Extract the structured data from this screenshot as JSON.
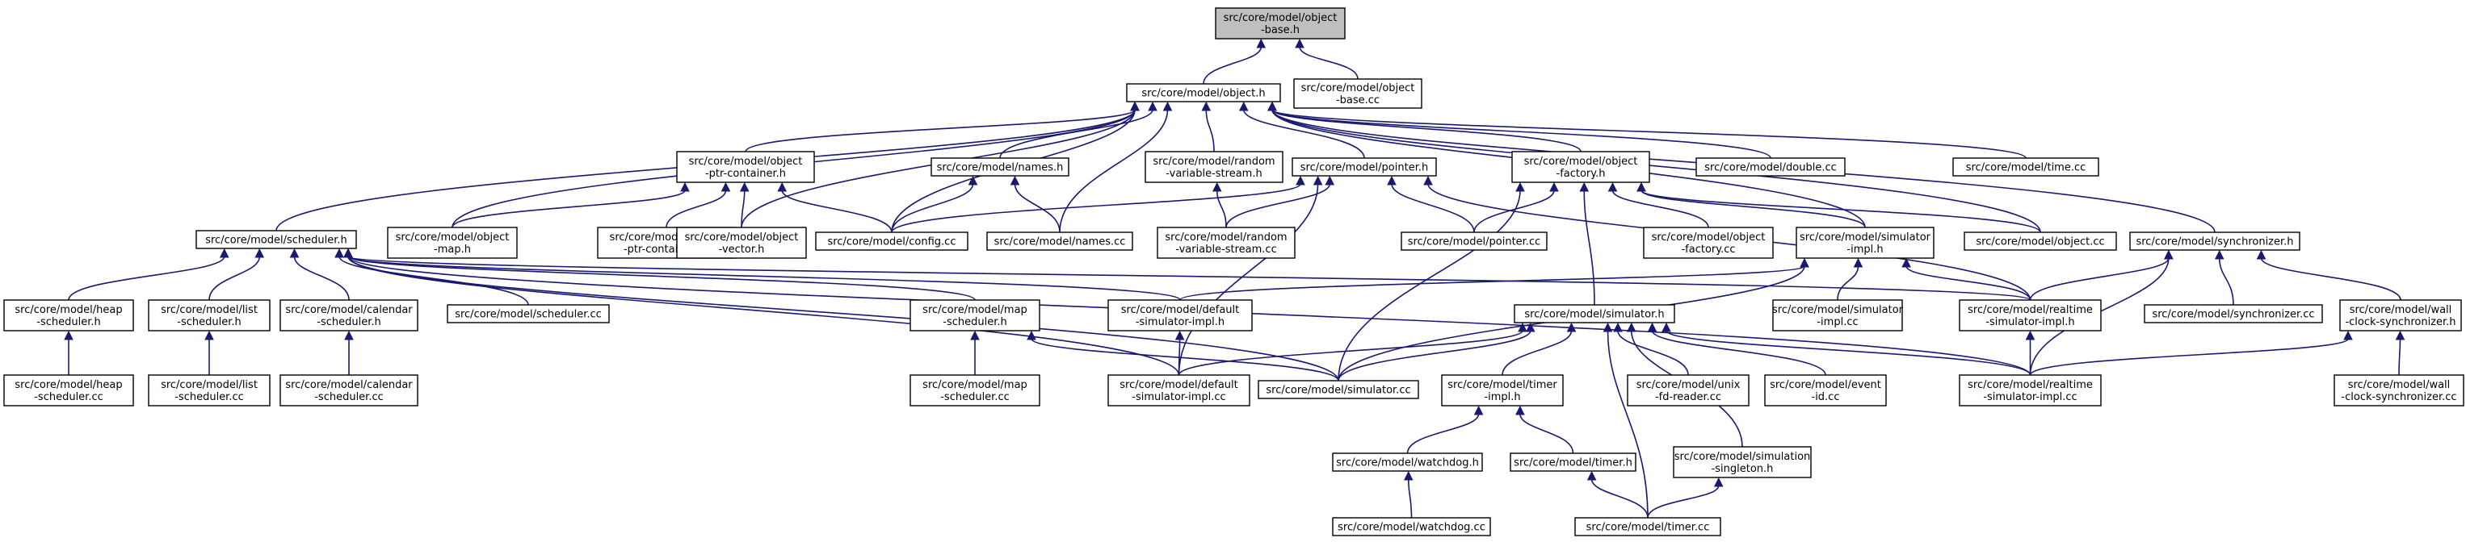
{
  "graph": {
    "nodes": [
      {
        "id": "object_base_h",
        "lines": [
          "src/core/model/object",
          "-base.h"
        ],
        "highlight": true
      },
      {
        "id": "object_h",
        "lines": [
          "src/core/model/object.h"
        ]
      },
      {
        "id": "object_base_cc",
        "lines": [
          "src/core/model/object",
          "-base.cc"
        ]
      },
      {
        "id": "scheduler_h",
        "lines": [
          "src/core/model/scheduler.h"
        ]
      },
      {
        "id": "ptr_container_h",
        "lines": [
          "src/core/model/object",
          "-ptr-container.h"
        ]
      },
      {
        "id": "names_h",
        "lines": [
          "src/core/model/names.h"
        ]
      },
      {
        "id": "random_h",
        "lines": [
          "src/core/model/random",
          "-variable-stream.h"
        ]
      },
      {
        "id": "pointer_h",
        "lines": [
          "src/core/model/pointer.h"
        ]
      },
      {
        "id": "factory_h",
        "lines": [
          "src/core/model/object",
          "-factory.h"
        ]
      },
      {
        "id": "double_cc",
        "lines": [
          "src/core/model/double.cc"
        ]
      },
      {
        "id": "time_cc",
        "lines": [
          "src/core/model/time.cc"
        ]
      },
      {
        "id": "object_map_h",
        "lines": [
          "src/core/model/object",
          "-map.h"
        ]
      },
      {
        "id": "ptr_container_cc",
        "lines": [
          "src/core/model/object",
          "-ptr-container.cc"
        ]
      },
      {
        "id": "object_vector_h",
        "lines": [
          "src/core/model/object",
          "-vector.h"
        ]
      },
      {
        "id": "config_cc",
        "lines": [
          "src/core/model/config.cc"
        ]
      },
      {
        "id": "names_cc",
        "lines": [
          "src/core/model/names.cc"
        ]
      },
      {
        "id": "random_cc",
        "lines": [
          "src/core/model/random",
          "-variable-stream.cc"
        ]
      },
      {
        "id": "pointer_cc",
        "lines": [
          "src/core/model/pointer.cc"
        ]
      },
      {
        "id": "factory_cc",
        "lines": [
          "src/core/model/object",
          "-factory.cc"
        ]
      },
      {
        "id": "sim_impl_h",
        "lines": [
          "src/core/model/simulator",
          "-impl.h"
        ]
      },
      {
        "id": "object_cc",
        "lines": [
          "src/core/model/object.cc"
        ]
      },
      {
        "id": "synchronizer_h",
        "lines": [
          "src/core/model/synchronizer.h"
        ]
      },
      {
        "id": "heap_h",
        "lines": [
          "src/core/model/heap",
          "-scheduler.h"
        ]
      },
      {
        "id": "list_h",
        "lines": [
          "src/core/model/list",
          "-scheduler.h"
        ]
      },
      {
        "id": "calendar_h",
        "lines": [
          "src/core/model/calendar",
          "-scheduler.h"
        ]
      },
      {
        "id": "scheduler_cc",
        "lines": [
          "src/core/model/scheduler.cc"
        ]
      },
      {
        "id": "map_sched_h",
        "lines": [
          "src/core/model/map",
          "-scheduler.h"
        ]
      },
      {
        "id": "default_impl_h",
        "lines": [
          "src/core/model/default",
          "-simulator-impl.h"
        ]
      },
      {
        "id": "simulator_h",
        "lines": [
          "src/core/model/simulator.h"
        ]
      },
      {
        "id": "sim_impl_cc",
        "lines": [
          "src/core/model/simulator",
          "-impl.cc"
        ]
      },
      {
        "id": "realtime_impl_h",
        "lines": [
          "src/core/model/realtime",
          "-simulator-impl.h"
        ]
      },
      {
        "id": "synchronizer_cc",
        "lines": [
          "src/core/model/synchronizer.cc"
        ]
      },
      {
        "id": "wall_h",
        "lines": [
          "src/core/model/wall",
          "-clock-synchronizer.h"
        ]
      },
      {
        "id": "heap_cc",
        "lines": [
          "src/core/model/heap",
          "-scheduler.cc"
        ]
      },
      {
        "id": "list_cc",
        "lines": [
          "src/core/model/list",
          "-scheduler.cc"
        ]
      },
      {
        "id": "calendar_cc",
        "lines": [
          "src/core/model/calendar",
          "-scheduler.cc"
        ]
      },
      {
        "id": "map_sched_cc",
        "lines": [
          "src/core/model/map",
          "-scheduler.cc"
        ]
      },
      {
        "id": "default_impl_cc",
        "lines": [
          "src/core/model/default",
          "-simulator-impl.cc"
        ]
      },
      {
        "id": "simulator_cc",
        "lines": [
          "src/core/model/simulator.cc"
        ]
      },
      {
        "id": "timer_impl_h",
        "lines": [
          "src/core/model/timer",
          "-impl.h"
        ]
      },
      {
        "id": "unix_cc",
        "lines": [
          "src/core/model/unix",
          "-fd-reader.cc"
        ]
      },
      {
        "id": "event_id_cc",
        "lines": [
          "src/core/model/event",
          "-id.cc"
        ]
      },
      {
        "id": "realtime_impl_cc",
        "lines": [
          "src/core/model/realtime",
          "-simulator-impl.cc"
        ]
      },
      {
        "id": "wall_cc",
        "lines": [
          "src/core/model/wall",
          "-clock-synchronizer.cc"
        ]
      },
      {
        "id": "watchdog_h",
        "lines": [
          "src/core/model/watchdog.h"
        ]
      },
      {
        "id": "timer_h",
        "lines": [
          "src/core/model/timer.h"
        ]
      },
      {
        "id": "singleton_h",
        "lines": [
          "src/core/model/simulation",
          "-singleton.h"
        ]
      },
      {
        "id": "watchdog_cc",
        "lines": [
          "src/core/model/watchdog.cc"
        ]
      },
      {
        "id": "timer_cc",
        "lines": [
          "src/core/model/timer.cc"
        ]
      }
    ],
    "edges": [
      [
        "object_h",
        "object_base_h"
      ],
      [
        "object_base_cc",
        "object_base_h"
      ],
      [
        "scheduler_h",
        "object_h"
      ],
      [
        "ptr_container_h",
        "object_h"
      ],
      [
        "names_h",
        "object_h"
      ],
      [
        "random_h",
        "object_h"
      ],
      [
        "pointer_h",
        "object_h"
      ],
      [
        "factory_h",
        "object_h"
      ],
      [
        "double_cc",
        "object_h"
      ],
      [
        "time_cc",
        "object_h"
      ],
      [
        "object_map_h",
        "object_h"
      ],
      [
        "object_vector_h",
        "object_h"
      ],
      [
        "config_cc",
        "object_h"
      ],
      [
        "names_cc",
        "object_h"
      ],
      [
        "sim_impl_h",
        "object_h"
      ],
      [
        "object_cc",
        "object_h"
      ],
      [
        "synchronizer_h",
        "object_h"
      ],
      [
        "object_map_h",
        "ptr_container_h"
      ],
      [
        "ptr_container_cc",
        "ptr_container_h"
      ],
      [
        "object_vector_h",
        "ptr_container_h"
      ],
      [
        "config_cc",
        "ptr_container_h"
      ],
      [
        "config_cc",
        "names_h"
      ],
      [
        "names_cc",
        "names_h"
      ],
      [
        "random_cc",
        "random_h"
      ],
      [
        "config_cc",
        "pointer_h"
      ],
      [
        "random_cc",
        "pointer_h"
      ],
      [
        "pointer_cc",
        "pointer_h"
      ],
      [
        "default_impl_cc",
        "pointer_h"
      ],
      [
        "realtime_impl_h",
        "pointer_h"
      ],
      [
        "pointer_cc",
        "factory_h"
      ],
      [
        "factory_cc",
        "factory_h"
      ],
      [
        "sim_impl_h",
        "factory_h"
      ],
      [
        "object_cc",
        "factory_h"
      ],
      [
        "simulator_h",
        "factory_h"
      ],
      [
        "simulator_cc",
        "factory_h"
      ],
      [
        "heap_h",
        "scheduler_h"
      ],
      [
        "list_h",
        "scheduler_h"
      ],
      [
        "calendar_h",
        "scheduler_h"
      ],
      [
        "scheduler_cc",
        "scheduler_h"
      ],
      [
        "map_sched_h",
        "scheduler_h"
      ],
      [
        "default_impl_h",
        "scheduler_h"
      ],
      [
        "default_impl_cc",
        "scheduler_h"
      ],
      [
        "simulator_cc",
        "scheduler_h"
      ],
      [
        "realtime_impl_h",
        "scheduler_h"
      ],
      [
        "realtime_impl_cc",
        "scheduler_h"
      ],
      [
        "default_impl_h",
        "sim_impl_h"
      ],
      [
        "simulator_cc",
        "sim_impl_h"
      ],
      [
        "sim_impl_cc",
        "sim_impl_h"
      ],
      [
        "realtime_impl_h",
        "sim_impl_h"
      ],
      [
        "realtime_impl_h",
        "synchronizer_h"
      ],
      [
        "synchronizer_cc",
        "synchronizer_h"
      ],
      [
        "wall_h",
        "synchronizer_h"
      ],
      [
        "realtime_impl_cc",
        "synchronizer_h"
      ],
      [
        "heap_cc",
        "heap_h"
      ],
      [
        "list_cc",
        "list_h"
      ],
      [
        "calendar_cc",
        "calendar_h"
      ],
      [
        "map_sched_cc",
        "map_sched_h"
      ],
      [
        "simulator_cc",
        "map_sched_h"
      ],
      [
        "default_impl_cc",
        "default_impl_h"
      ],
      [
        "default_impl_cc",
        "simulator_h"
      ],
      [
        "simulator_cc",
        "simulator_h"
      ],
      [
        "timer_impl_h",
        "simulator_h"
      ],
      [
        "unix_cc",
        "simulator_h"
      ],
      [
        "event_id_cc",
        "simulator_h"
      ],
      [
        "realtime_impl_cc",
        "simulator_h"
      ],
      [
        "singleton_h",
        "simulator_h"
      ],
      [
        "timer_cc",
        "simulator_h"
      ],
      [
        "realtime_impl_cc",
        "realtime_impl_h"
      ],
      [
        "wall_cc",
        "wall_h"
      ],
      [
        "realtime_impl_cc",
        "wall_h"
      ],
      [
        "watchdog_h",
        "timer_impl_h"
      ],
      [
        "timer_h",
        "timer_impl_h"
      ],
      [
        "watchdog_cc",
        "watchdog_h"
      ],
      [
        "timer_cc",
        "timer_h"
      ],
      [
        "timer_cc",
        "singleton_h"
      ]
    ]
  }
}
